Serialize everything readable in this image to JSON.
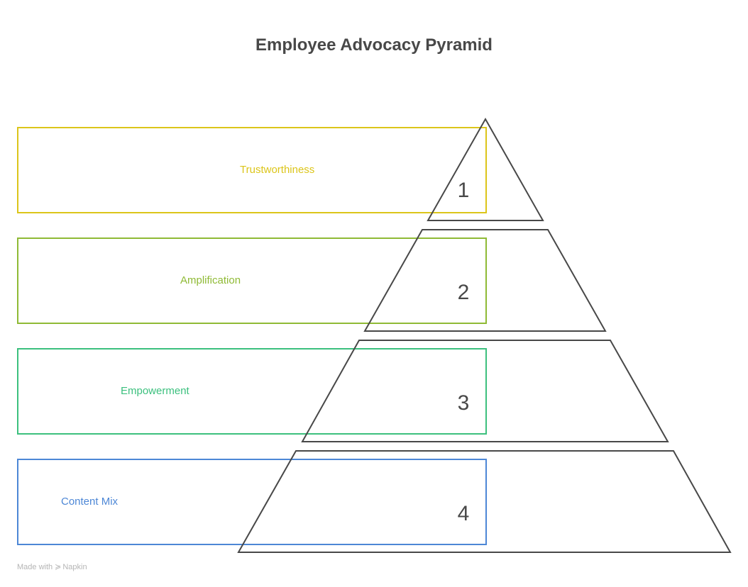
{
  "title": "Employee Advocacy Pyramid",
  "levels": [
    {
      "number": "1",
      "label": "Trustworthiness",
      "color": "#DCC51A"
    },
    {
      "number": "2",
      "label": "Amplification",
      "color": "#8FBA35"
    },
    {
      "number": "3",
      "label": "Empowerment",
      "color": "#3CC07E"
    },
    {
      "number": "4",
      "label": "Content Mix",
      "color": "#4D87D6"
    }
  ],
  "stroke_color": "#484848",
  "footer": {
    "prefix": "Made with",
    "brand": "Napkin"
  }
}
